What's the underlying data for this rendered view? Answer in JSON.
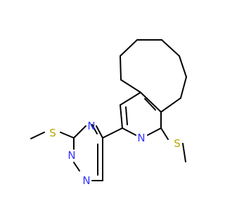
{
  "structure": {
    "atoms": {
      "n_tri_top": "N",
      "n_tri_bl1": "N",
      "n_tri_bl2": "N",
      "n_pyr": "N",
      "s_left": "S",
      "s_right": "S"
    },
    "colors": {
      "bond": "#000000",
      "nitrogen": "#3333ff",
      "sulfur": "#b8a600"
    }
  }
}
